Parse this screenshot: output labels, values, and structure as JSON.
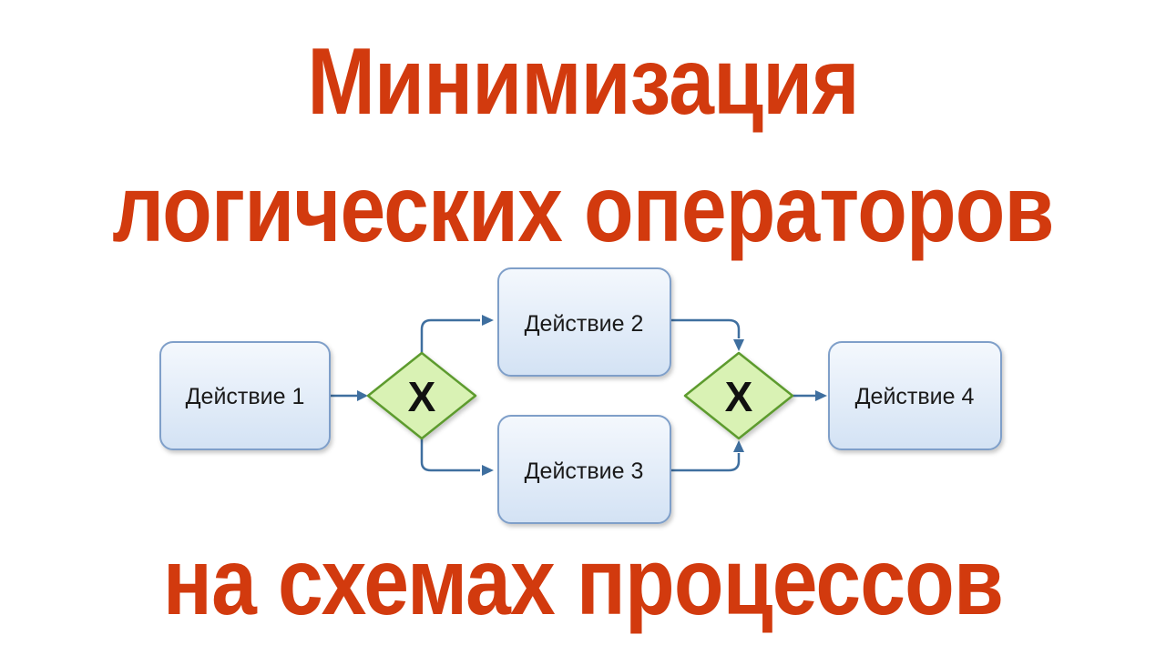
{
  "title": {
    "line1": "Минимизация",
    "line2": "логических операторов",
    "line3": "на схемах процессов"
  },
  "diagram": {
    "nodes": [
      {
        "id": "action1",
        "kind": "task",
        "label": "Действие 1"
      },
      {
        "id": "action2",
        "kind": "task",
        "label": "Действие 2"
      },
      {
        "id": "action3",
        "kind": "task",
        "label": "Действие 3"
      },
      {
        "id": "action4",
        "kind": "task",
        "label": "Действие 4"
      },
      {
        "id": "gateway1",
        "kind": "exclusive-gateway",
        "label": "X"
      },
      {
        "id": "gateway2",
        "kind": "exclusive-gateway",
        "label": "X"
      }
    ],
    "edges": [
      {
        "from": "action1",
        "to": "gateway1"
      },
      {
        "from": "gateway1",
        "to": "action2"
      },
      {
        "from": "gateway1",
        "to": "action3"
      },
      {
        "from": "action2",
        "to": "gateway2"
      },
      {
        "from": "action3",
        "to": "gateway2"
      },
      {
        "from": "gateway2",
        "to": "action4"
      }
    ],
    "colors": {
      "title": "#d23a0e",
      "task_fill_top": "#f4f8fd",
      "task_fill_bottom": "#d3e2f4",
      "task_stroke": "#7f9fc9",
      "gateway_fill": "#d9f2b4",
      "gateway_stroke": "#5d9b2e",
      "connector": "#3f6f9f"
    }
  }
}
